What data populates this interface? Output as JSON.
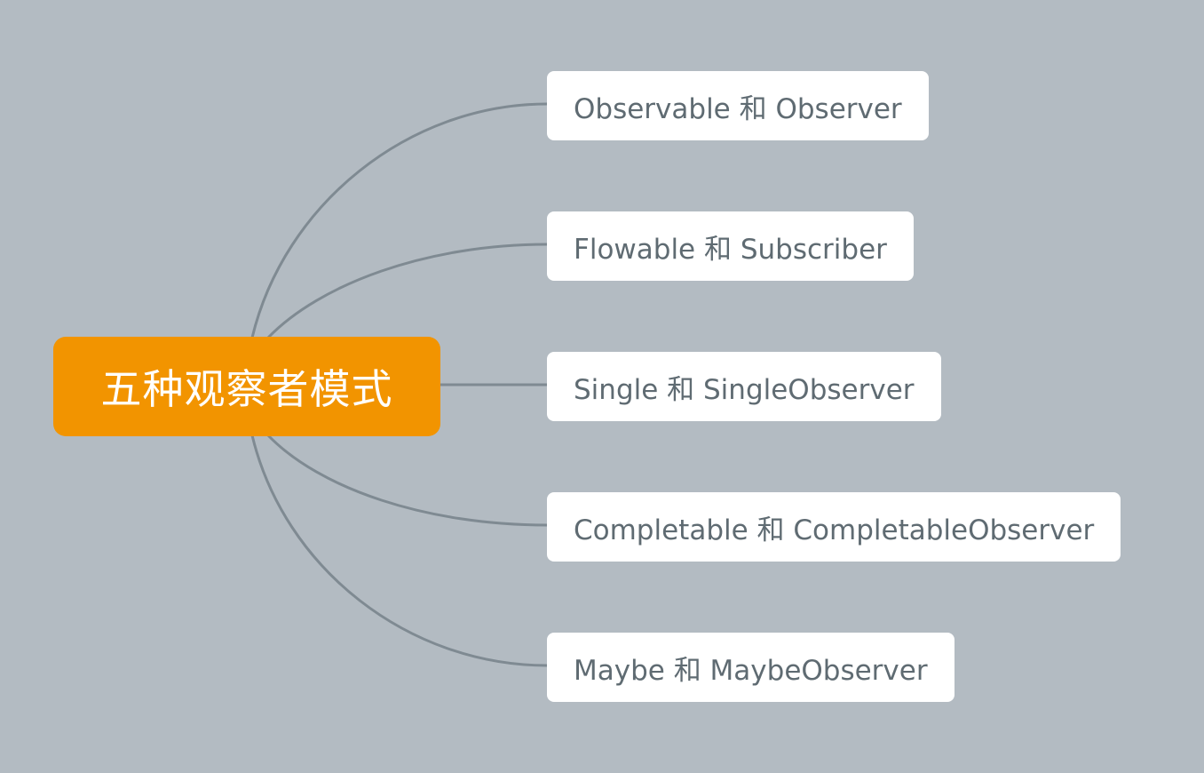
{
  "colors": {
    "background": "#b3bbc2",
    "root": "#f29400",
    "connector": "#7f8a92",
    "node": "#ffffff",
    "node_text": "#5f6b72"
  },
  "mindmap": {
    "root": "五种观察者模式",
    "branches": [
      "Observable 和 Observer",
      "Flowable 和 Subscriber",
      "Single 和 SingleObserver",
      "Completable 和 CompletableObserver",
      "Maybe 和 MaybeObserver"
    ]
  }
}
